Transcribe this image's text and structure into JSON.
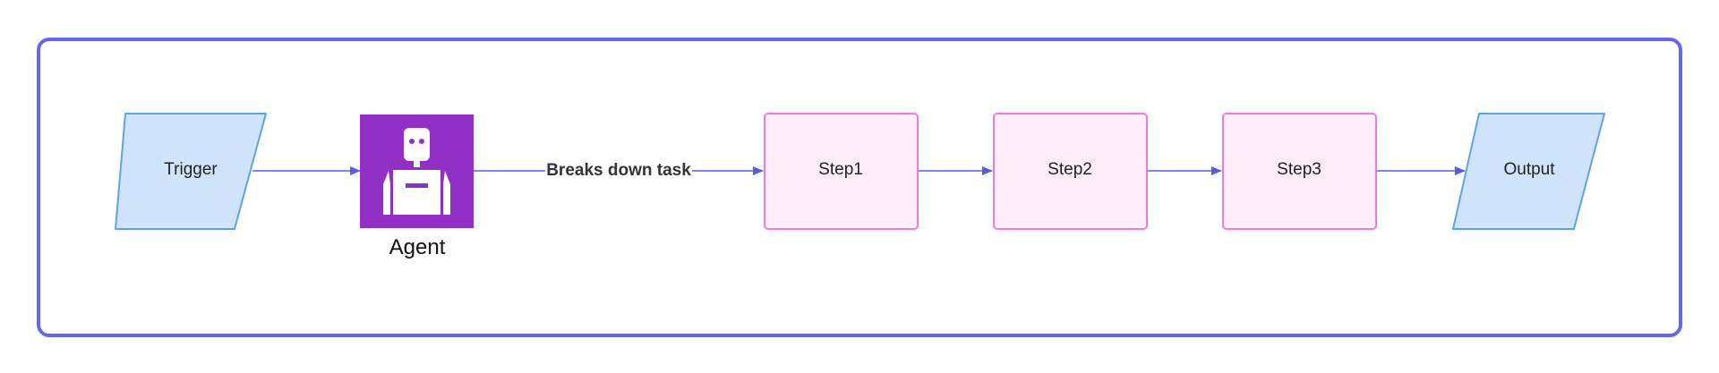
{
  "colors": {
    "frame_border": "#6366f1",
    "edge": "#5b5ce6",
    "io_fill": "#cfe3fb",
    "io_border": "#5ea3ea",
    "step_fill": "#ffeefa",
    "step_border": "#f17ad9",
    "agent_fill": "#9230c6",
    "agent_icon": "#ffffff"
  },
  "nodes": {
    "trigger": {
      "label": "Trigger",
      "shape": "parallelogram"
    },
    "agent": {
      "label": "Agent",
      "icon": "robot-icon"
    },
    "step1": {
      "label": "Step1",
      "shape": "rectangle"
    },
    "step2": {
      "label": "Step2",
      "shape": "rectangle"
    },
    "step3": {
      "label": "Step3",
      "shape": "rectangle"
    },
    "output": {
      "label": "Output",
      "shape": "parallelogram"
    }
  },
  "edges": [
    {
      "from": "trigger",
      "to": "agent",
      "label": ""
    },
    {
      "from": "agent",
      "to": "step1",
      "label": "Breaks down task"
    },
    {
      "from": "step1",
      "to": "step2",
      "label": ""
    },
    {
      "from": "step2",
      "to": "step3",
      "label": ""
    },
    {
      "from": "step3",
      "to": "output",
      "label": ""
    }
  ]
}
